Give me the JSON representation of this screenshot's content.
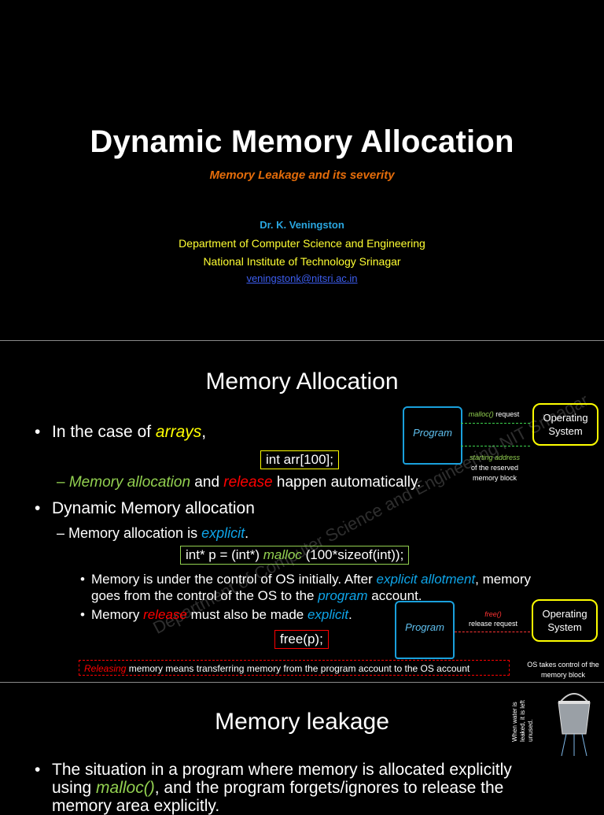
{
  "slide1": {
    "title": "Dynamic Memory Allocation",
    "subtitle": "Memory Leakage and its severity",
    "author": "Dr. K. Veningston",
    "department": "Department of Computer Science and Engineering",
    "institute": "National Institute of Technology Srinagar",
    "email": "veningstonk@nitsri.ac.in"
  },
  "slide2": {
    "title": "Memory Allocation",
    "bullet1_pre": "In the case of ",
    "bullet1_arrays": "arrays",
    "bullet1_post": ",",
    "code_array": "int arr[100];",
    "sub1_alloc": "Memory allocation",
    "sub1_and": " and ",
    "sub1_release": "release",
    "sub1_post": " happen automatically.",
    "bullet2": "Dynamic Memory allocation",
    "sub2_pre": "– Memory allocation is ",
    "sub2_explicit": "explicit",
    "sub2_post": ".",
    "code_malloc_pre": "int* p = (int*) ",
    "code_malloc_fn": "malloc",
    "code_malloc_post": " (100*sizeof(int));",
    "sub3_line1_pre": "Memory is under the control of OS initially. After ",
    "sub3_line1_em": "explicit allotment",
    "sub3_line1_post": ", memory",
    "sub3_line2_pre": "goes from the control of the OS to the ",
    "sub3_line2_em": "program",
    "sub3_line2_post": " account.",
    "sub4_pre": "Memory ",
    "sub4_release": "release",
    "sub4_mid": " must also be made ",
    "sub4_explicit": "explicit",
    "sub4_post": ".",
    "code_free": "free(p);",
    "note_release": "Releasing",
    "note_rest": " memory means transferring memory from the program account to the OS account",
    "diagram1": {
      "program": "Program",
      "os_line1": "Operating",
      "os_line2": "System",
      "request_fn": "malloc()",
      "request_txt": " request",
      "reply1": "starting address",
      "reply2": "of the reserved",
      "reply3": "memory block"
    },
    "diagram2": {
      "program": "Program",
      "os_line1": "Operating",
      "os_line2": "System",
      "free_fn": "free()",
      "free_txt": "release request",
      "caption1": "OS takes control of the",
      "caption2": "memory block"
    },
    "watermark": "Department of Computer Science and Engineering NIT Srinagar"
  },
  "slide3": {
    "title": "Memory leakage",
    "line1": "The situation in a program where memory is allocated explicitly",
    "line2_pre": "using ",
    "line2_fn": "malloc()",
    "line2_post": ", and the program forgets/ignores to release the",
    "line3": "memory area explicitly.",
    "side_note": "When water is leaked, it is left unused."
  },
  "colors": {
    "orange": "#e46c0a",
    "yellow": "#ffff00",
    "green": "#92d050",
    "red": "#ff0000",
    "blue": "#0ea5e9"
  }
}
